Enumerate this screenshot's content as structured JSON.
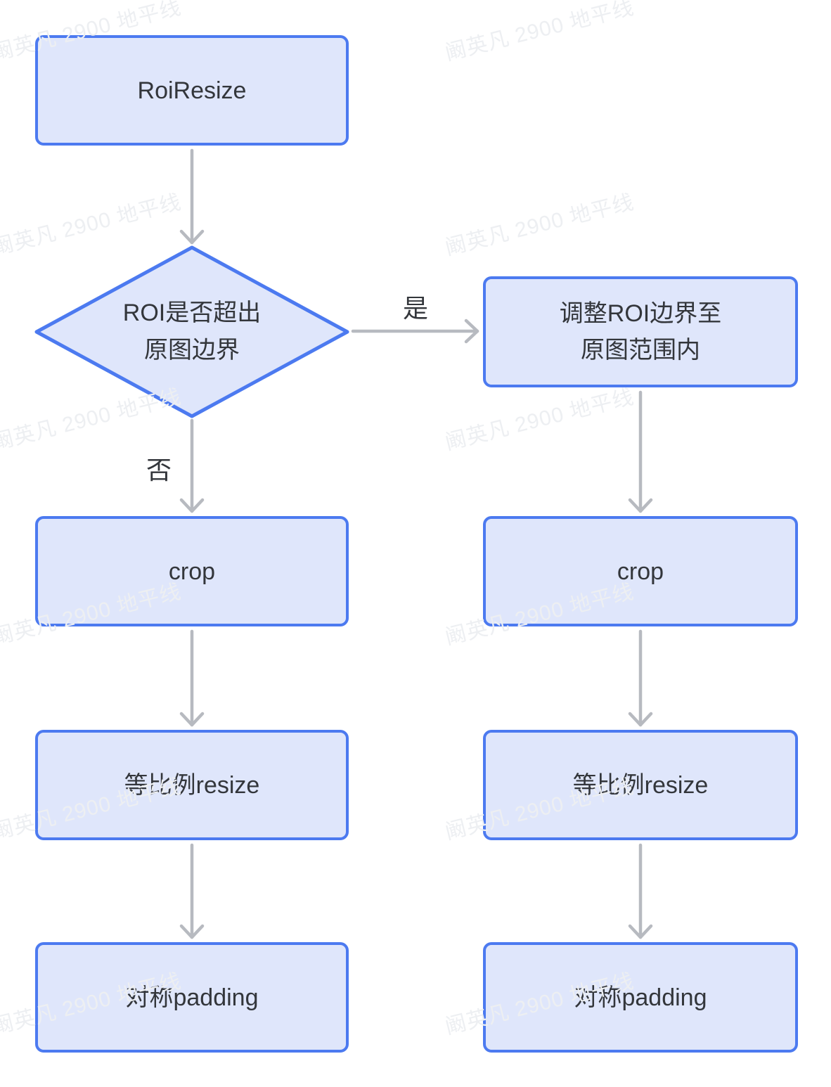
{
  "flowchart": {
    "start": {
      "label": "RoiResize"
    },
    "decision": {
      "line1": "ROI是否超出",
      "line2": "原图边界"
    },
    "edges": {
      "yes_label": "是",
      "no_label": "否"
    },
    "adjust": {
      "line1": "调整ROI边界至",
      "line2": "原图范围内"
    },
    "left_branch": [
      "crop",
      "等比例resize",
      "对称padding"
    ],
    "right_branch": [
      "crop",
      "等比例resize",
      "对称padding"
    ]
  },
  "watermark": {
    "text": "阚英凡 2900 地平线"
  },
  "colors": {
    "node_fill": "#dfe6fb",
    "node_border": "#4c7af0",
    "arrow": "#b7bac0",
    "node_text": "#33363b",
    "watermark": "#edeff2",
    "canvas_bg": "#ffffff"
  }
}
